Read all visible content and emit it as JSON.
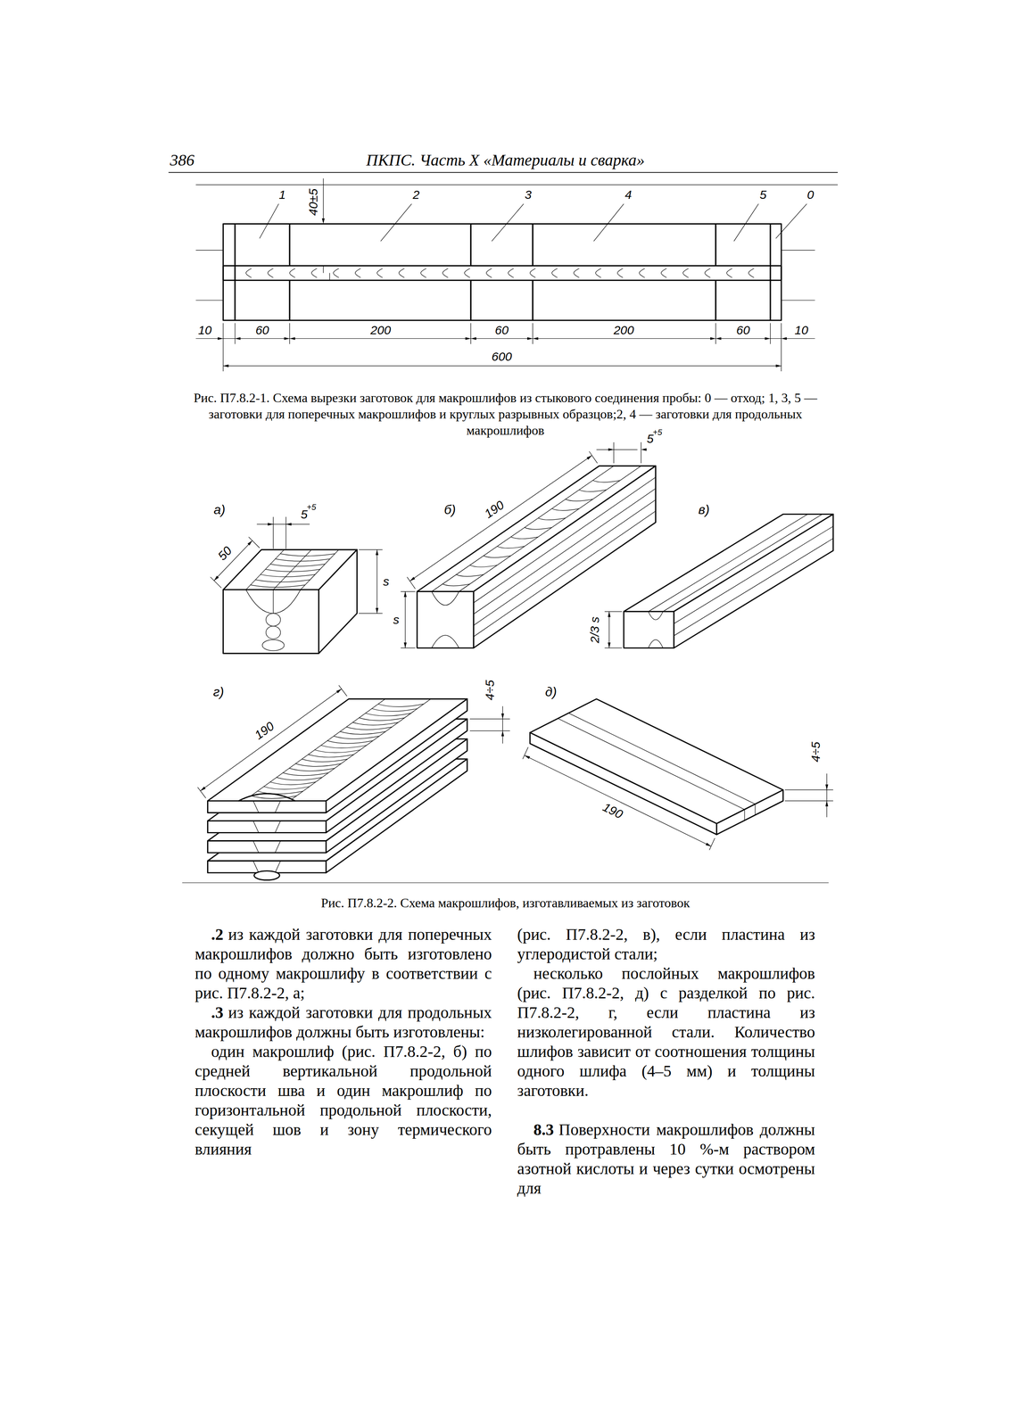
{
  "diagram": {
    "labels": [
      "386",
      "ПКПС. Часть X «Материалы и сварка»",
      "1",
      "2",
      "3",
      "4",
      "5",
      "0",
      "40±5",
      "10",
      "60",
      "200",
      "60",
      "200",
      "60",
      "10",
      "600",
      "Рис. П7.8.2-1. Схема вырезки заготовок для макрошлифов из стыкового соединения пробы: 0 — отход; 1, 3, 5 — заготовки для поперечных макрошлифов и круглых разрывных образцов;2, 4 — заготовки для продольных макрошлифов",
      "а)",
      "5",
      "+5",
      "50",
      "s",
      "б)",
      "5",
      "+5",
      "190",
      "s",
      "в)",
      "2/3 s",
      "г)",
      "190",
      "4÷5",
      "д)",
      "4÷5",
      "190",
      "Рис. П7.8.2-2. Схема макрошлифов, изготавливаемых из заготовок",
      ".2",
      "из каждой заготовки для поперечных макрошлифов должно быть изготовлено по одному макрошлифу в соответствии с рис. П7.8.2-2, а;",
      ".3",
      "из каждой заготовки для продольных макрошлифов должны быть изготовлены:",
      "один макрошлиф (рис. П7.8.2-2, б) по средней вертикальной продольной плоскости шва и один макрошлиф по горизонтальной продольной плоскости, секущей шов и зону термического влияния",
      "(рис. П7.8.2-2, в), если пластина из углеродистой стали;",
      "несколько послойных макрошлифов (рис. П7.8.2-2, д) с разделкой по рис. П7.8.2-2, г, если пластина из низколегированной стали. Количество шлифов зависит от соотношения толщины одного шлифа (4–5 мм) и толщины заготовки.",
      "8.3",
      "Поверхности макрошлифов должны быть протравлены 10 %-м раствором азотной кислоты и через сутки осмотрены для"
    ]
  }
}
